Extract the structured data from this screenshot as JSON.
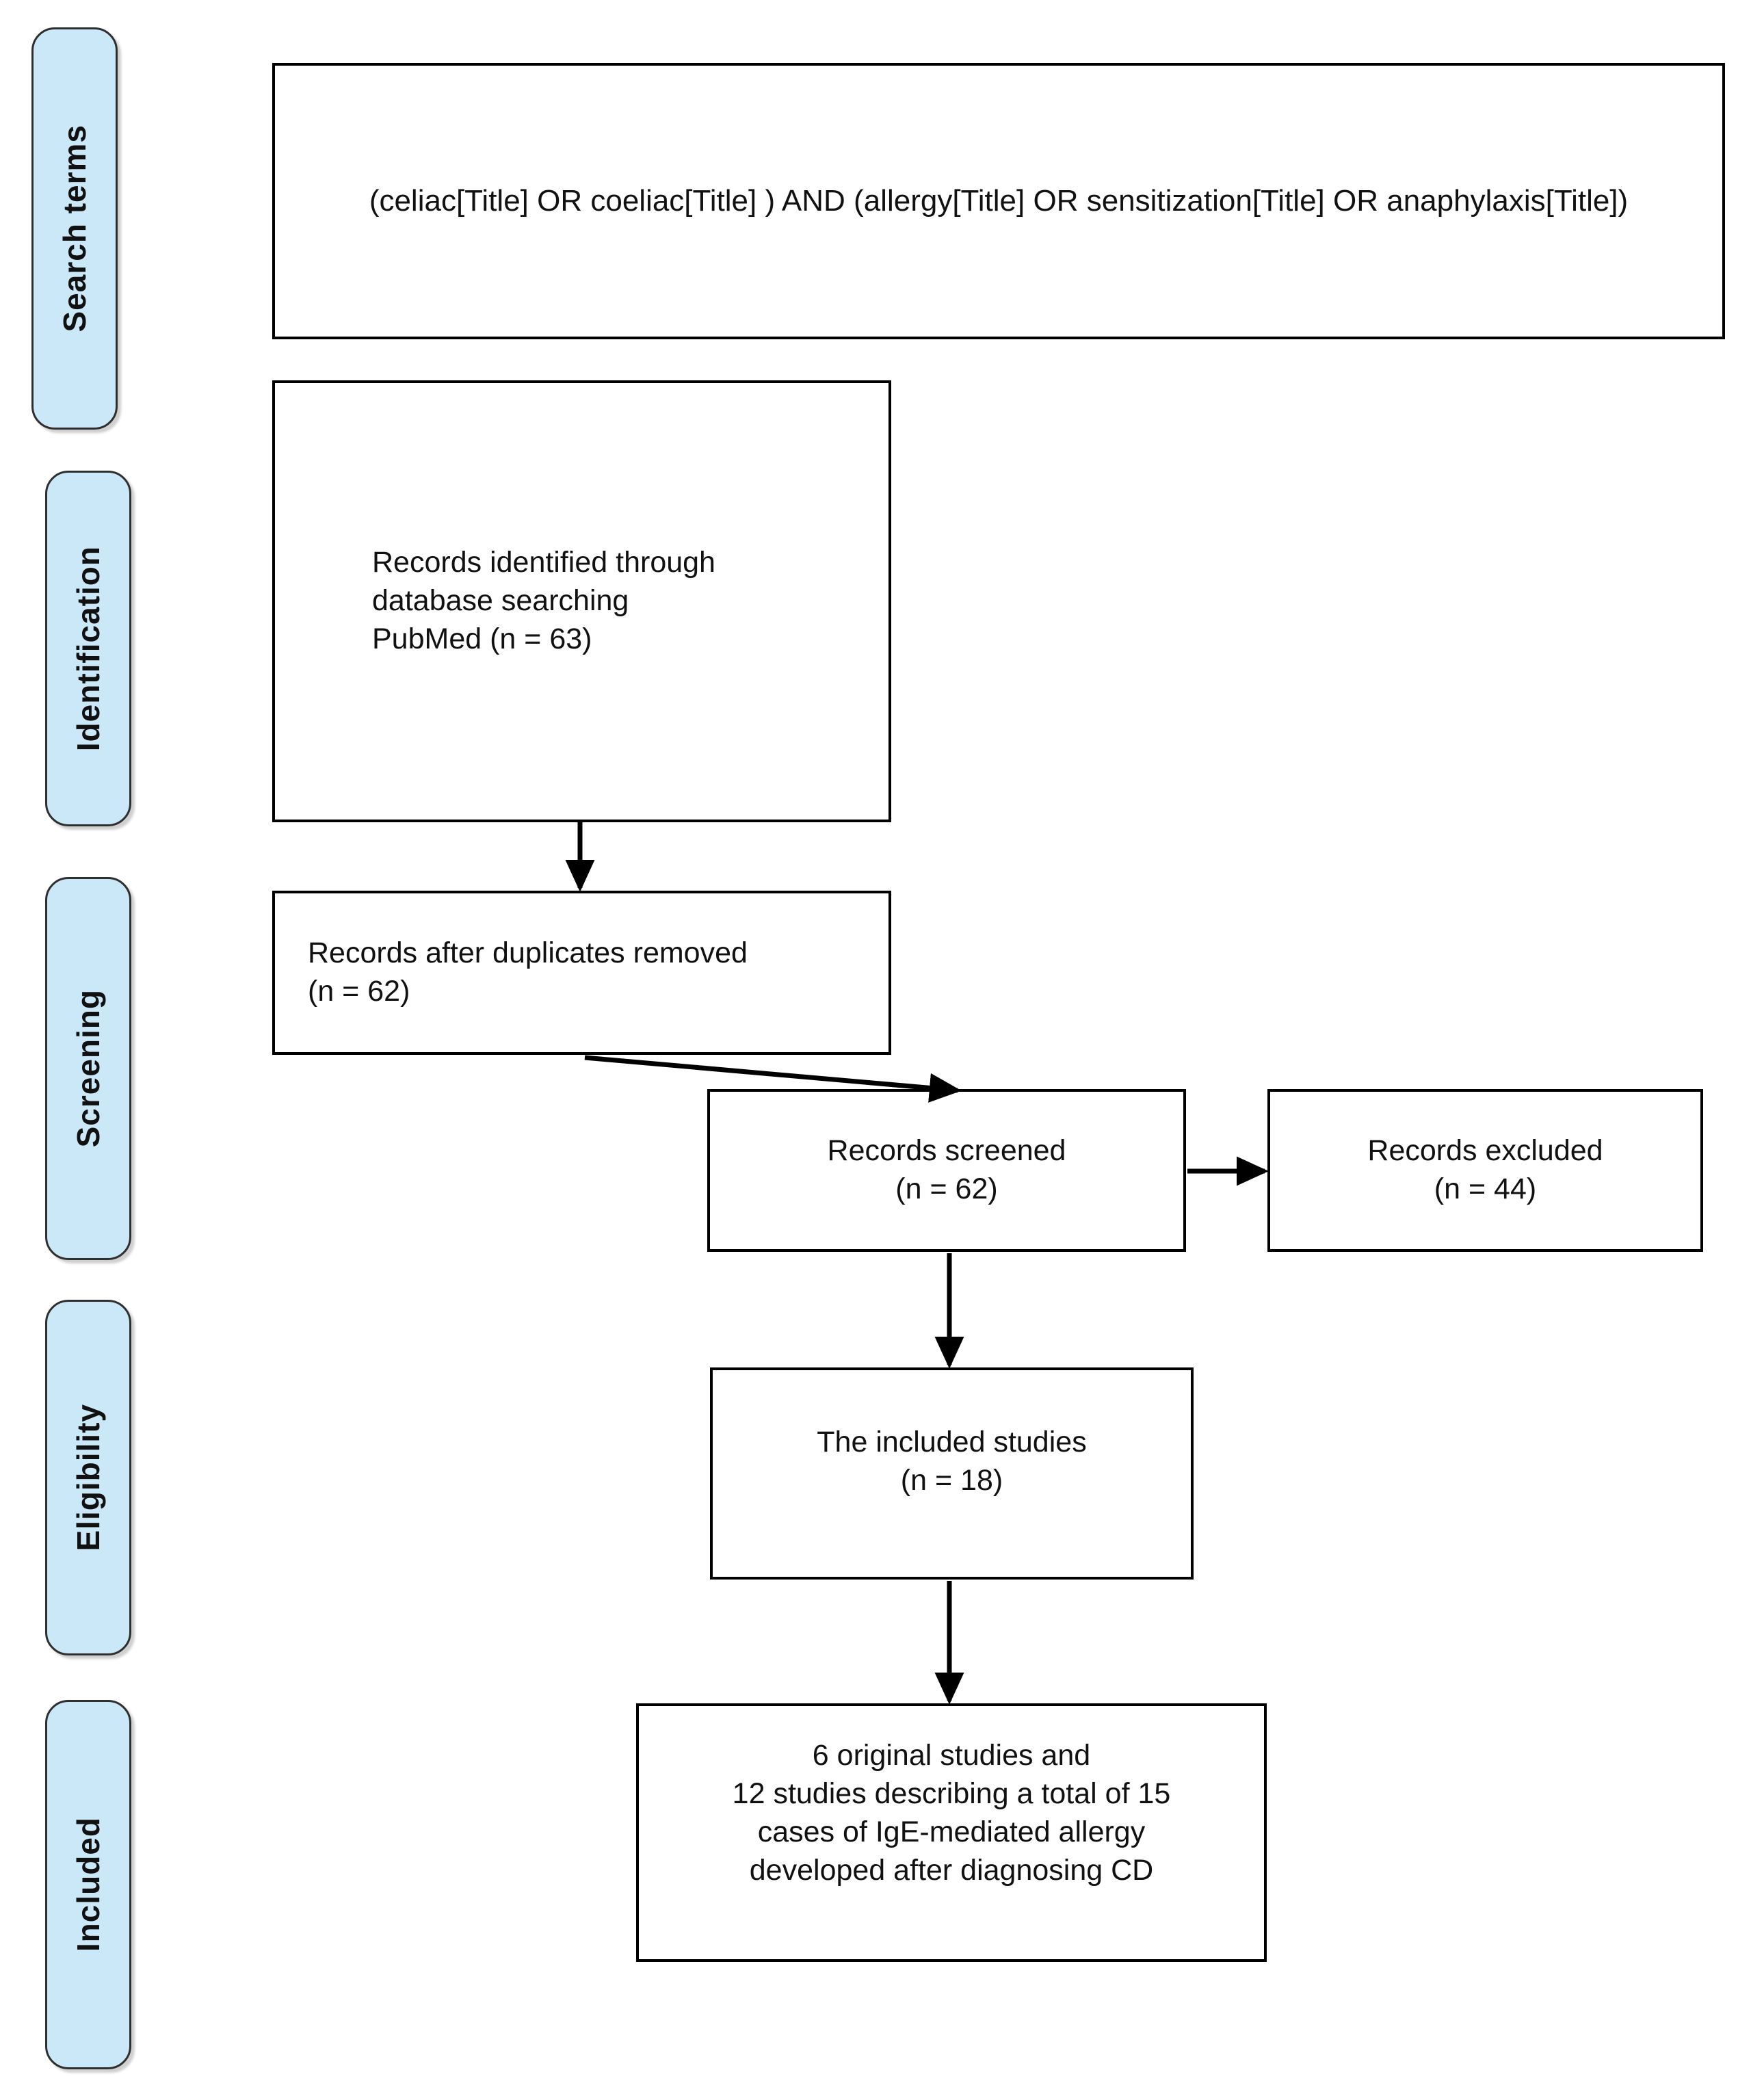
{
  "diagram": {
    "title": "PRISMA study selection flow diagram",
    "accent_color": "#cbe8f9",
    "border_color": "#000000",
    "pill_border_color": "#2f2f2f"
  },
  "stages": [
    {
      "id": "search-terms",
      "label": "Search terms"
    },
    {
      "id": "identification",
      "label": "Identification"
    },
    {
      "id": "screening",
      "label": "Screening"
    },
    {
      "id": "eligibility",
      "label": "Eligibility"
    },
    {
      "id": "included",
      "label": "Included"
    }
  ],
  "boxes": {
    "search_terms": {
      "text": "(celiac[Title]  OR coeliac[Title] ) AND (allergy[Title]  OR sensitization[Title] OR anaphylaxis[Title])"
    },
    "identified": {
      "text": "Records identified through\ndatabase searching\nPubMed (n = 63)",
      "count": 63,
      "source": "PubMed"
    },
    "after_duplicates": {
      "text": "Records after duplicates removed\n(n = 62)",
      "count": 62
    },
    "screened": {
      "text": "Records screened\n(n = 62)",
      "count": 62
    },
    "excluded": {
      "text": "Records excluded\n(n = 44)",
      "count": 44
    },
    "eligible": {
      "text": "The included studies\n(n = 18)",
      "count": 18
    },
    "final": {
      "text": "6 original studies and\n12 studies describing a total of 15\ncases of IgE-mediated allergy\ndeveloped after diagnosing CD",
      "original_studies": 6,
      "case_studies": 12,
      "cases": 15
    }
  },
  "connectors": [
    {
      "id": "identified-to-duplicates",
      "type": "arrow-down"
    },
    {
      "id": "duplicates-to-screened",
      "type": "arrow-diagonal"
    },
    {
      "id": "screened-to-excluded",
      "type": "arrow-right"
    },
    {
      "id": "screened-to-eligible",
      "type": "arrow-down"
    },
    {
      "id": "eligible-to-final",
      "type": "arrow-down"
    }
  ]
}
